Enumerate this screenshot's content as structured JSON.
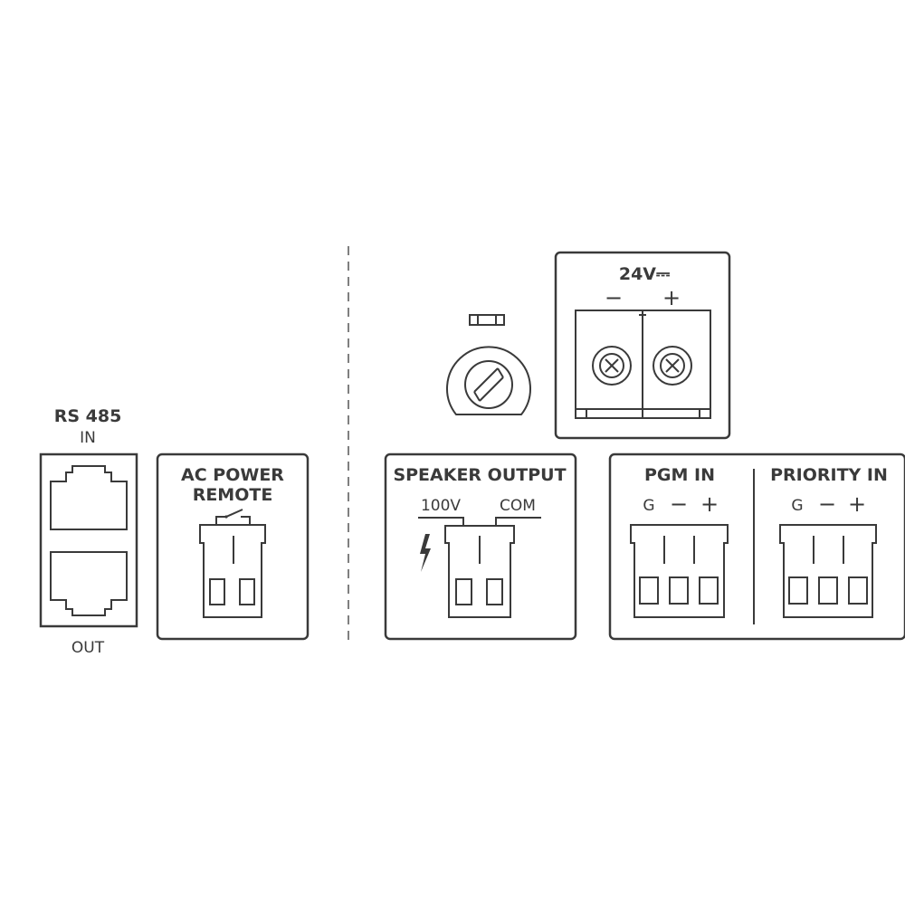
{
  "rs485": {
    "title": "RS 485",
    "in_label": "IN",
    "out_label": "OUT"
  },
  "ac_power": {
    "line1": "AC POWER",
    "line2": "REMOTE"
  },
  "power_24v": {
    "label": "24V⎓",
    "minus": "−",
    "plus": "+"
  },
  "speaker_output": {
    "title": "SPEAKER OUTPUT",
    "left_label": "100V",
    "right_label": "COM"
  },
  "pgm_in": {
    "title": "PGM IN",
    "g": "G",
    "minus": "−",
    "plus": "+"
  },
  "priority_in": {
    "title": "PRIORITY IN",
    "g": "G",
    "minus": "−",
    "plus": "+"
  },
  "icons": {
    "fuse": "fuse-holder-icon",
    "screw": "screw-terminal-icon",
    "shock": "electric-shock-warning-icon",
    "rj45": "rj45-port-icon",
    "switch": "switch-symbol-icon"
  }
}
